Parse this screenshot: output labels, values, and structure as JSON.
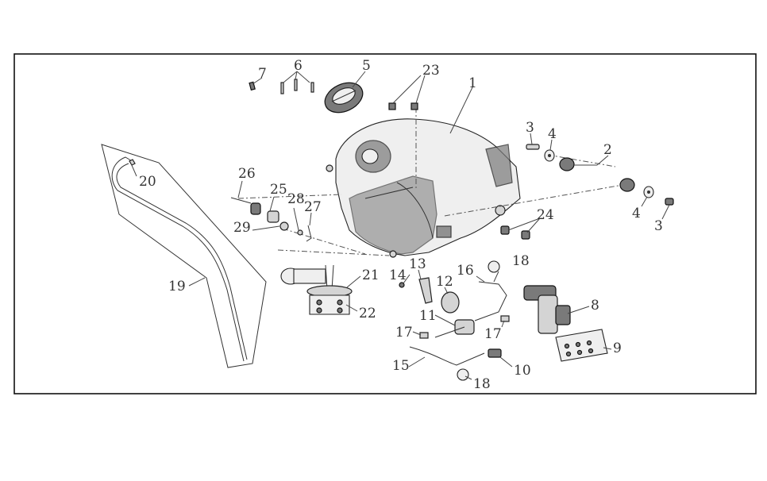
{
  "callouts": [
    {
      "id": "1",
      "text": "1"
    },
    {
      "id": "2",
      "text": "2"
    },
    {
      "id": "3a",
      "text": "3"
    },
    {
      "id": "3b",
      "text": "3"
    },
    {
      "id": "4a",
      "text": "4"
    },
    {
      "id": "4b",
      "text": "4"
    },
    {
      "id": "5",
      "text": "5"
    },
    {
      "id": "6",
      "text": "6"
    },
    {
      "id": "7",
      "text": "7"
    },
    {
      "id": "8",
      "text": "8"
    },
    {
      "id": "9",
      "text": "9"
    },
    {
      "id": "10",
      "text": "10"
    },
    {
      "id": "11",
      "text": "11"
    },
    {
      "id": "12",
      "text": "12"
    },
    {
      "id": "13",
      "text": "13"
    },
    {
      "id": "14",
      "text": "14"
    },
    {
      "id": "15",
      "text": "15"
    },
    {
      "id": "16",
      "text": "16"
    },
    {
      "id": "17a",
      "text": "17"
    },
    {
      "id": "17b",
      "text": "17"
    },
    {
      "id": "18a",
      "text": "18"
    },
    {
      "id": "18b",
      "text": "18"
    },
    {
      "id": "19",
      "text": "19"
    },
    {
      "id": "20",
      "text": "20"
    },
    {
      "id": "21",
      "text": "21"
    },
    {
      "id": "22",
      "text": "22"
    },
    {
      "id": "23",
      "text": "23"
    },
    {
      "id": "24",
      "text": "24"
    },
    {
      "id": "25",
      "text": "25"
    },
    {
      "id": "26",
      "text": "26"
    },
    {
      "id": "27",
      "text": "27"
    },
    {
      "id": "28",
      "text": "28"
    },
    {
      "id": "29",
      "text": "29"
    }
  ],
  "colors": {
    "line": "#333333",
    "fill": "#d4d4d4",
    "frame": "#111111"
  }
}
